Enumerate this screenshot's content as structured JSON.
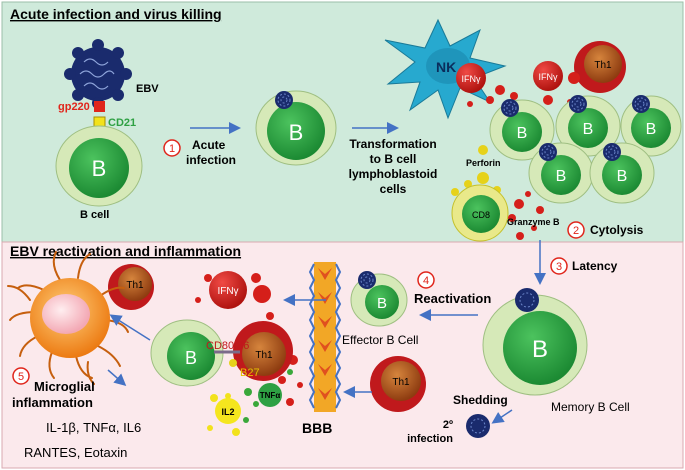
{
  "top_panel": {
    "title": "Acute infection and virus killing",
    "ebv": "EBV",
    "gp220": "gp220",
    "cd21": "CD21",
    "b_letter": "B",
    "b_cell": "B cell",
    "step1_num": "1",
    "step1_line1": "Acute",
    "step1_line2": "infection",
    "transform_line1": "Transformation",
    "transform_line2": "to B cell",
    "transform_line3": "lymphoblastoid",
    "transform_line4": "cells",
    "nk": "NK",
    "ifng": "IFNγ",
    "th1": "Th1",
    "perforin": "Perforin",
    "cd8": "CD8",
    "granzyme": "Granzyme B",
    "step2_num": "2",
    "step2_label": "Cytolysis"
  },
  "bottom_panel": {
    "title": "EBV reactivation and inflammation",
    "step3_num": "3",
    "step3_label": "Latency",
    "step4_num": "4",
    "step4_label": "Reactivation",
    "effector": "Effector B Cell",
    "memory": "Memory B Cell",
    "shedding": "Shedding",
    "infection2_line1": "2º",
    "infection2_line2": "infection",
    "bbb": "BBB",
    "cd80": "CD80/86",
    "b27": "B27",
    "tnfa": "TNFα",
    "il2": "IL2",
    "step5_num": "5",
    "step5_line1": "Microglial",
    "step5_line2": "inflammation",
    "cytokines1": "IL-1β, TNFα, IL6",
    "cytokines2": "RANTES, Eotaxin"
  },
  "colors": {
    "top_bg": "#cfeadb",
    "bottom_bg": "#fbe9ec",
    "cell_green": "#2ea043",
    "cell_halo": "#d6e9b8",
    "th1_red": "#c0191c",
    "th1_core": "#b35a1f",
    "virus_navy": "#1a2b6d",
    "nk_cyan": "#27a9cf",
    "microglia_orange": "#f08a1c",
    "arrow_blue": "#4472c4",
    "step_red": "#e0251b"
  }
}
